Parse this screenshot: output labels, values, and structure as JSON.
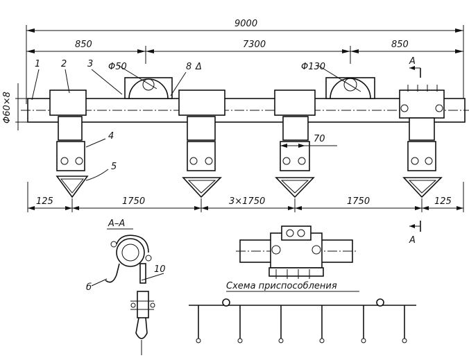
{
  "dimensions": {
    "overall": "9000",
    "end_left": "850",
    "middle": "7300",
    "end_right": "850",
    "pipe": "Φ60×8",
    "drum_small": "Φ50",
    "drum_large": "Φ130",
    "weld": "8",
    "spacing_70": "70",
    "pitch_left": "125",
    "pitch_1": "1750",
    "pitch_3x": "3×1750",
    "pitch_2": "1750",
    "pitch_right": "125",
    "slot": "10"
  },
  "callouts": {
    "c1": "1",
    "c2": "2",
    "c3": "3",
    "c4": "4",
    "c5": "5",
    "c6": "б"
  },
  "section": {
    "marker_top": "A",
    "marker_bottom": "A",
    "title": "A–A"
  },
  "scheme_title": "Схема приспособления"
}
